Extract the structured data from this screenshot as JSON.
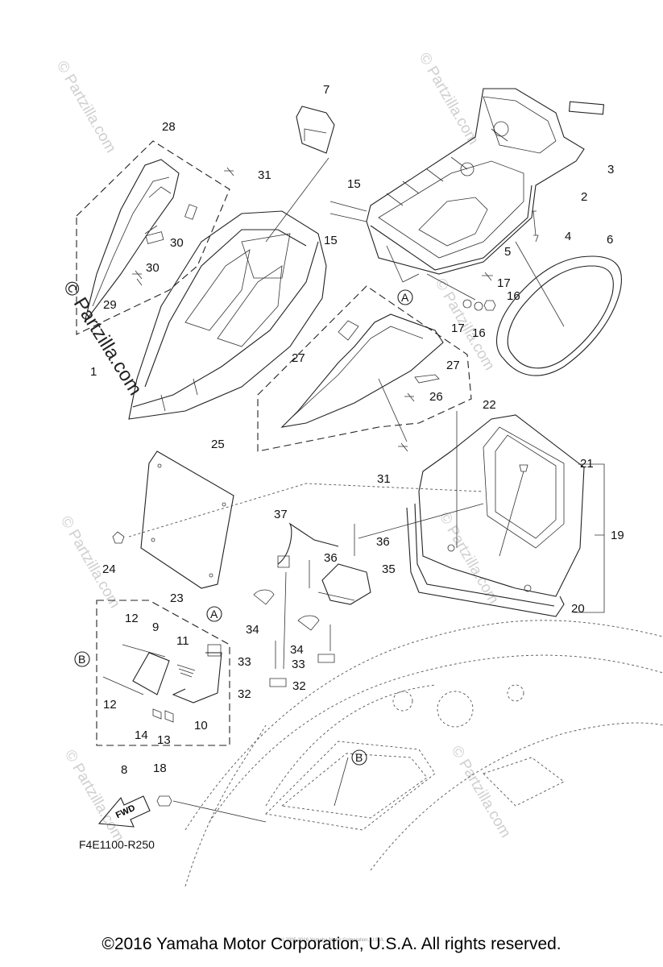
{
  "watermark": "© Partzilla.com",
  "drawing_code": "F4E1100-R250",
  "fwd_label": "FWD",
  "copyright": "©2016 Yamaha Motor Corporation, U.S.A. All rights reserved.",
  "fine_print": "(c) 2005-2016 Yamaha Motor Corporation, U.S.A.",
  "callouts": [
    "1",
    "2",
    "3",
    "4",
    "5",
    "6",
    "7",
    "8",
    "9",
    "10",
    "11",
    "12",
    "12",
    "13",
    "14",
    "15",
    "15",
    "16",
    "16",
    "17",
    "17",
    "18",
    "19",
    "20",
    "21",
    "22",
    "23",
    "24",
    "25",
    "26",
    "27",
    "27",
    "28",
    "29",
    "30",
    "30",
    "31",
    "31",
    "32",
    "32",
    "33",
    "33",
    "34",
    "34",
    "35",
    "36",
    "36",
    "37"
  ],
  "reference_marks": [
    "A",
    "A",
    "B",
    "B"
  ]
}
